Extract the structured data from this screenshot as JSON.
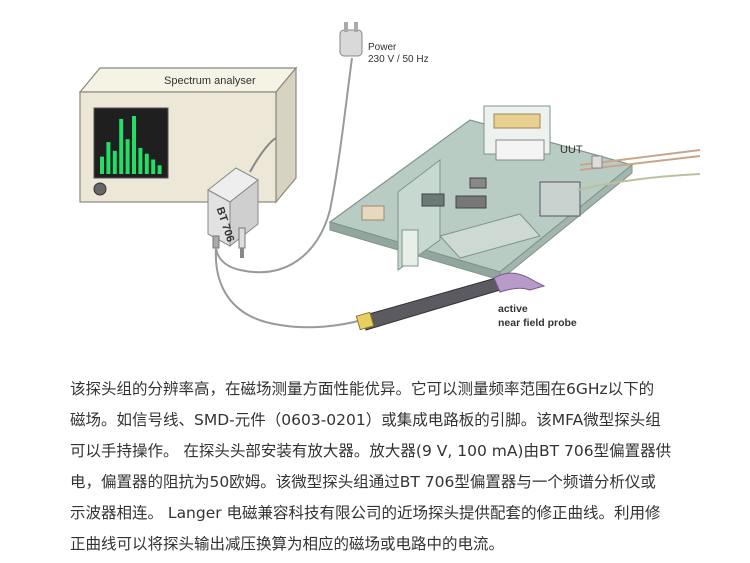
{
  "figure": {
    "analyser_label": "Spectrum analyser",
    "power_label_1": "Power",
    "power_label_2": "230 V / 50 Hz",
    "uut_label": "UUT",
    "bt_label": "BT 706",
    "probe_label_1": "active",
    "probe_label_2": "near field probe",
    "spectrum_bars": [
      0.3,
      0.55,
      0.4,
      0.95,
      0.6,
      1.0,
      0.45,
      0.35,
      0.25,
      0.15
    ],
    "colors": {
      "screen_bg": "#1f1f1f",
      "spectrum": "#22dd66",
      "board": "#b9ccc4",
      "case": "#ece7d6",
      "probe": "#5a5a60",
      "probe_tip": "#b79ac8"
    }
  },
  "caption": {
    "lines": [
      "该探头组的分辨率高，在磁场测量方面性能优异。它可以测量频率范围在6GHz以下的",
      "磁场。如信号线、SMD-元件（0603-0201）或集成电路板的引脚。该MFA微型探头组",
      "可以手持操作。 在探头头部安装有放大器。放大器(9 V, 100 mA)由BT 706型偏置器供",
      "电，偏置器的阻抗为50欧姆。该微型探头组通过BT 706型偏置器与一个频谱分析仪或",
      "示波器相连。 Langer 电磁兼容科技有限公司的近场探头提供配套的修正曲线。利用修",
      "正曲线可以将探头输出减压换算为相应的磁场或电路中的电流。"
    ]
  }
}
